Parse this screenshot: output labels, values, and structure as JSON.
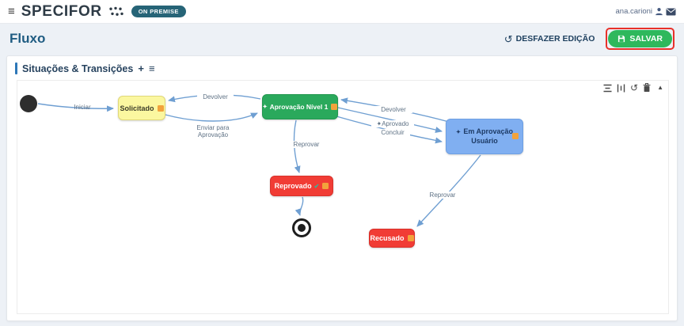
{
  "header": {
    "logo": "SPECIFOR",
    "badge": "ON PREMISE",
    "user": "ana.carioni"
  },
  "toolbar": {
    "page_title": "Fluxo",
    "undo_label": "DESFAZER EDIÇÃO",
    "save_label": "SALVAR"
  },
  "section": {
    "title": "Situações & Transições"
  },
  "icons": {
    "hamburger": "≡",
    "plus": "+",
    "list": "≡",
    "undo": "↺",
    "collapse": "▲",
    "diamond": "✦",
    "check": "✔"
  },
  "colors": {
    "save_green": "#2eb85c",
    "annotation_red": "#e8312a",
    "badge_teal": "#266477",
    "edge_blue": "#6f9fd2",
    "node_yellow": "#fbf7a0",
    "node_green": "#2aa95c",
    "node_blue": "#80aff1",
    "node_red": "#f13c35",
    "badge_orange": "#f2a33c"
  },
  "diagram": {
    "nodes": {
      "start": {
        "type": "initial-state"
      },
      "solicitado": {
        "label": "Solicitado"
      },
      "aprovacao_nivel_1": {
        "label": "Aprovação Nível 1"
      },
      "em_aprovacao_usuario": {
        "lines": [
          "Em Aprovação",
          "Usuário"
        ]
      },
      "reprovado": {
        "label": "Reprovado"
      },
      "recusado": {
        "label": "Recusado"
      },
      "end": {
        "type": "final-state"
      }
    },
    "edges": {
      "iniciar": {
        "label": "Iniciar",
        "from": "start",
        "to": "solicitado"
      },
      "enviar_para_aprovacao": {
        "label": "Enviar para Aprovação",
        "from": "solicitado",
        "to": "aprovacao_nivel_1"
      },
      "devolver_para_solicitado": {
        "label": "Devolver",
        "from": "aprovacao_nivel_1",
        "to": "solicitado"
      },
      "devolver_para_aprovacao": {
        "label": "Devolver",
        "from": "em_aprovacao_usuario",
        "to": "aprovacao_nivel_1"
      },
      "aprovado": {
        "label": "✦Aprovado",
        "from": "aprovacao_nivel_1",
        "to": "em_aprovacao_usuario"
      },
      "concluir": {
        "label": "Concluir",
        "from": "aprovacao_nivel_1",
        "to": "em_aprovacao_usuario"
      },
      "reprovar_nivel1": {
        "label": "Reprovar",
        "from": "aprovacao_nivel_1",
        "to": "reprovado"
      },
      "finalizar": {
        "label": "",
        "from": "reprovado",
        "to": "end"
      },
      "reprovar_usuario": {
        "label": "Reprovar",
        "from": "em_aprovacao_usuario",
        "to": "recusado"
      }
    }
  }
}
